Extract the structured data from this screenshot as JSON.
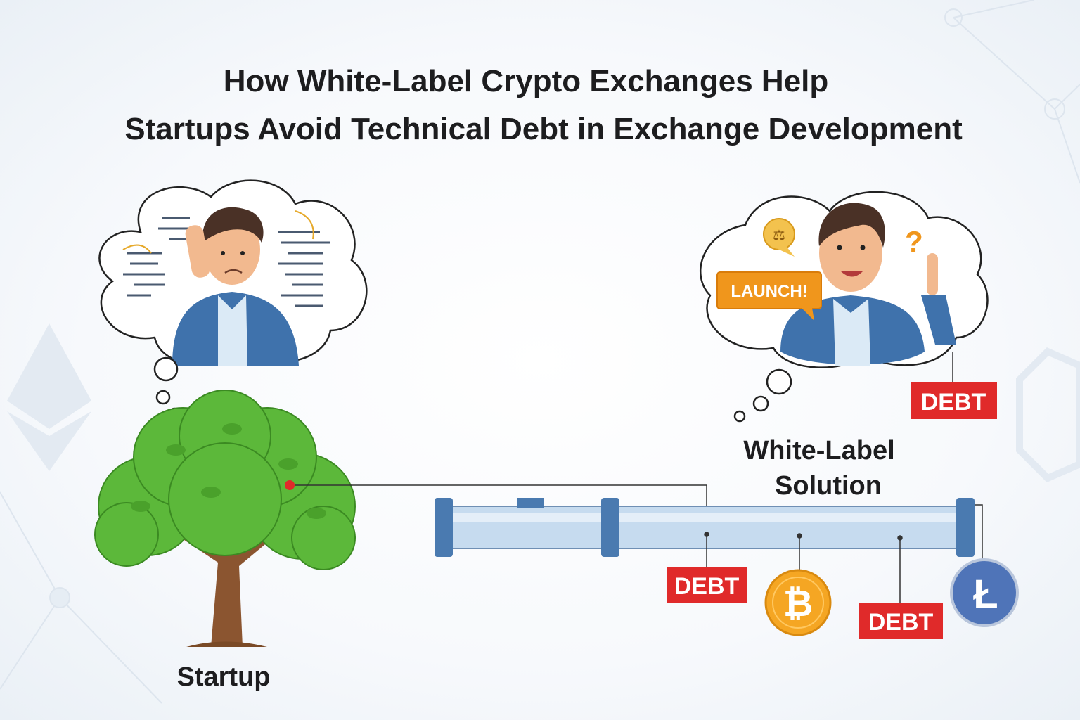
{
  "title": {
    "line1": "How White-Label Crypto Exchanges Help",
    "line2": "Startups Avoid Technical Debt in Exchange Development"
  },
  "labels": {
    "startup": "Startup",
    "solution_line1": "White-Label",
    "solution_line2": "Solution",
    "launch": "LAUNCH!",
    "question": "?",
    "debt": [
      "DEBT",
      "DEBT",
      "DEBT"
    ]
  },
  "icons": [
    "worried-developer",
    "happy-developer",
    "tree",
    "pipeline",
    "bitcoin-coin",
    "litecoin-coin",
    "ethereum-logo"
  ],
  "colors": {
    "debt_red": "#e02a2a",
    "launch_orange": "#f0961c",
    "tree_green": "#5cb83a",
    "pipe_blue": "#b9d2ea",
    "bitcoin_orange": "#f5a623",
    "litecoin_blue": "#4f74b8"
  }
}
